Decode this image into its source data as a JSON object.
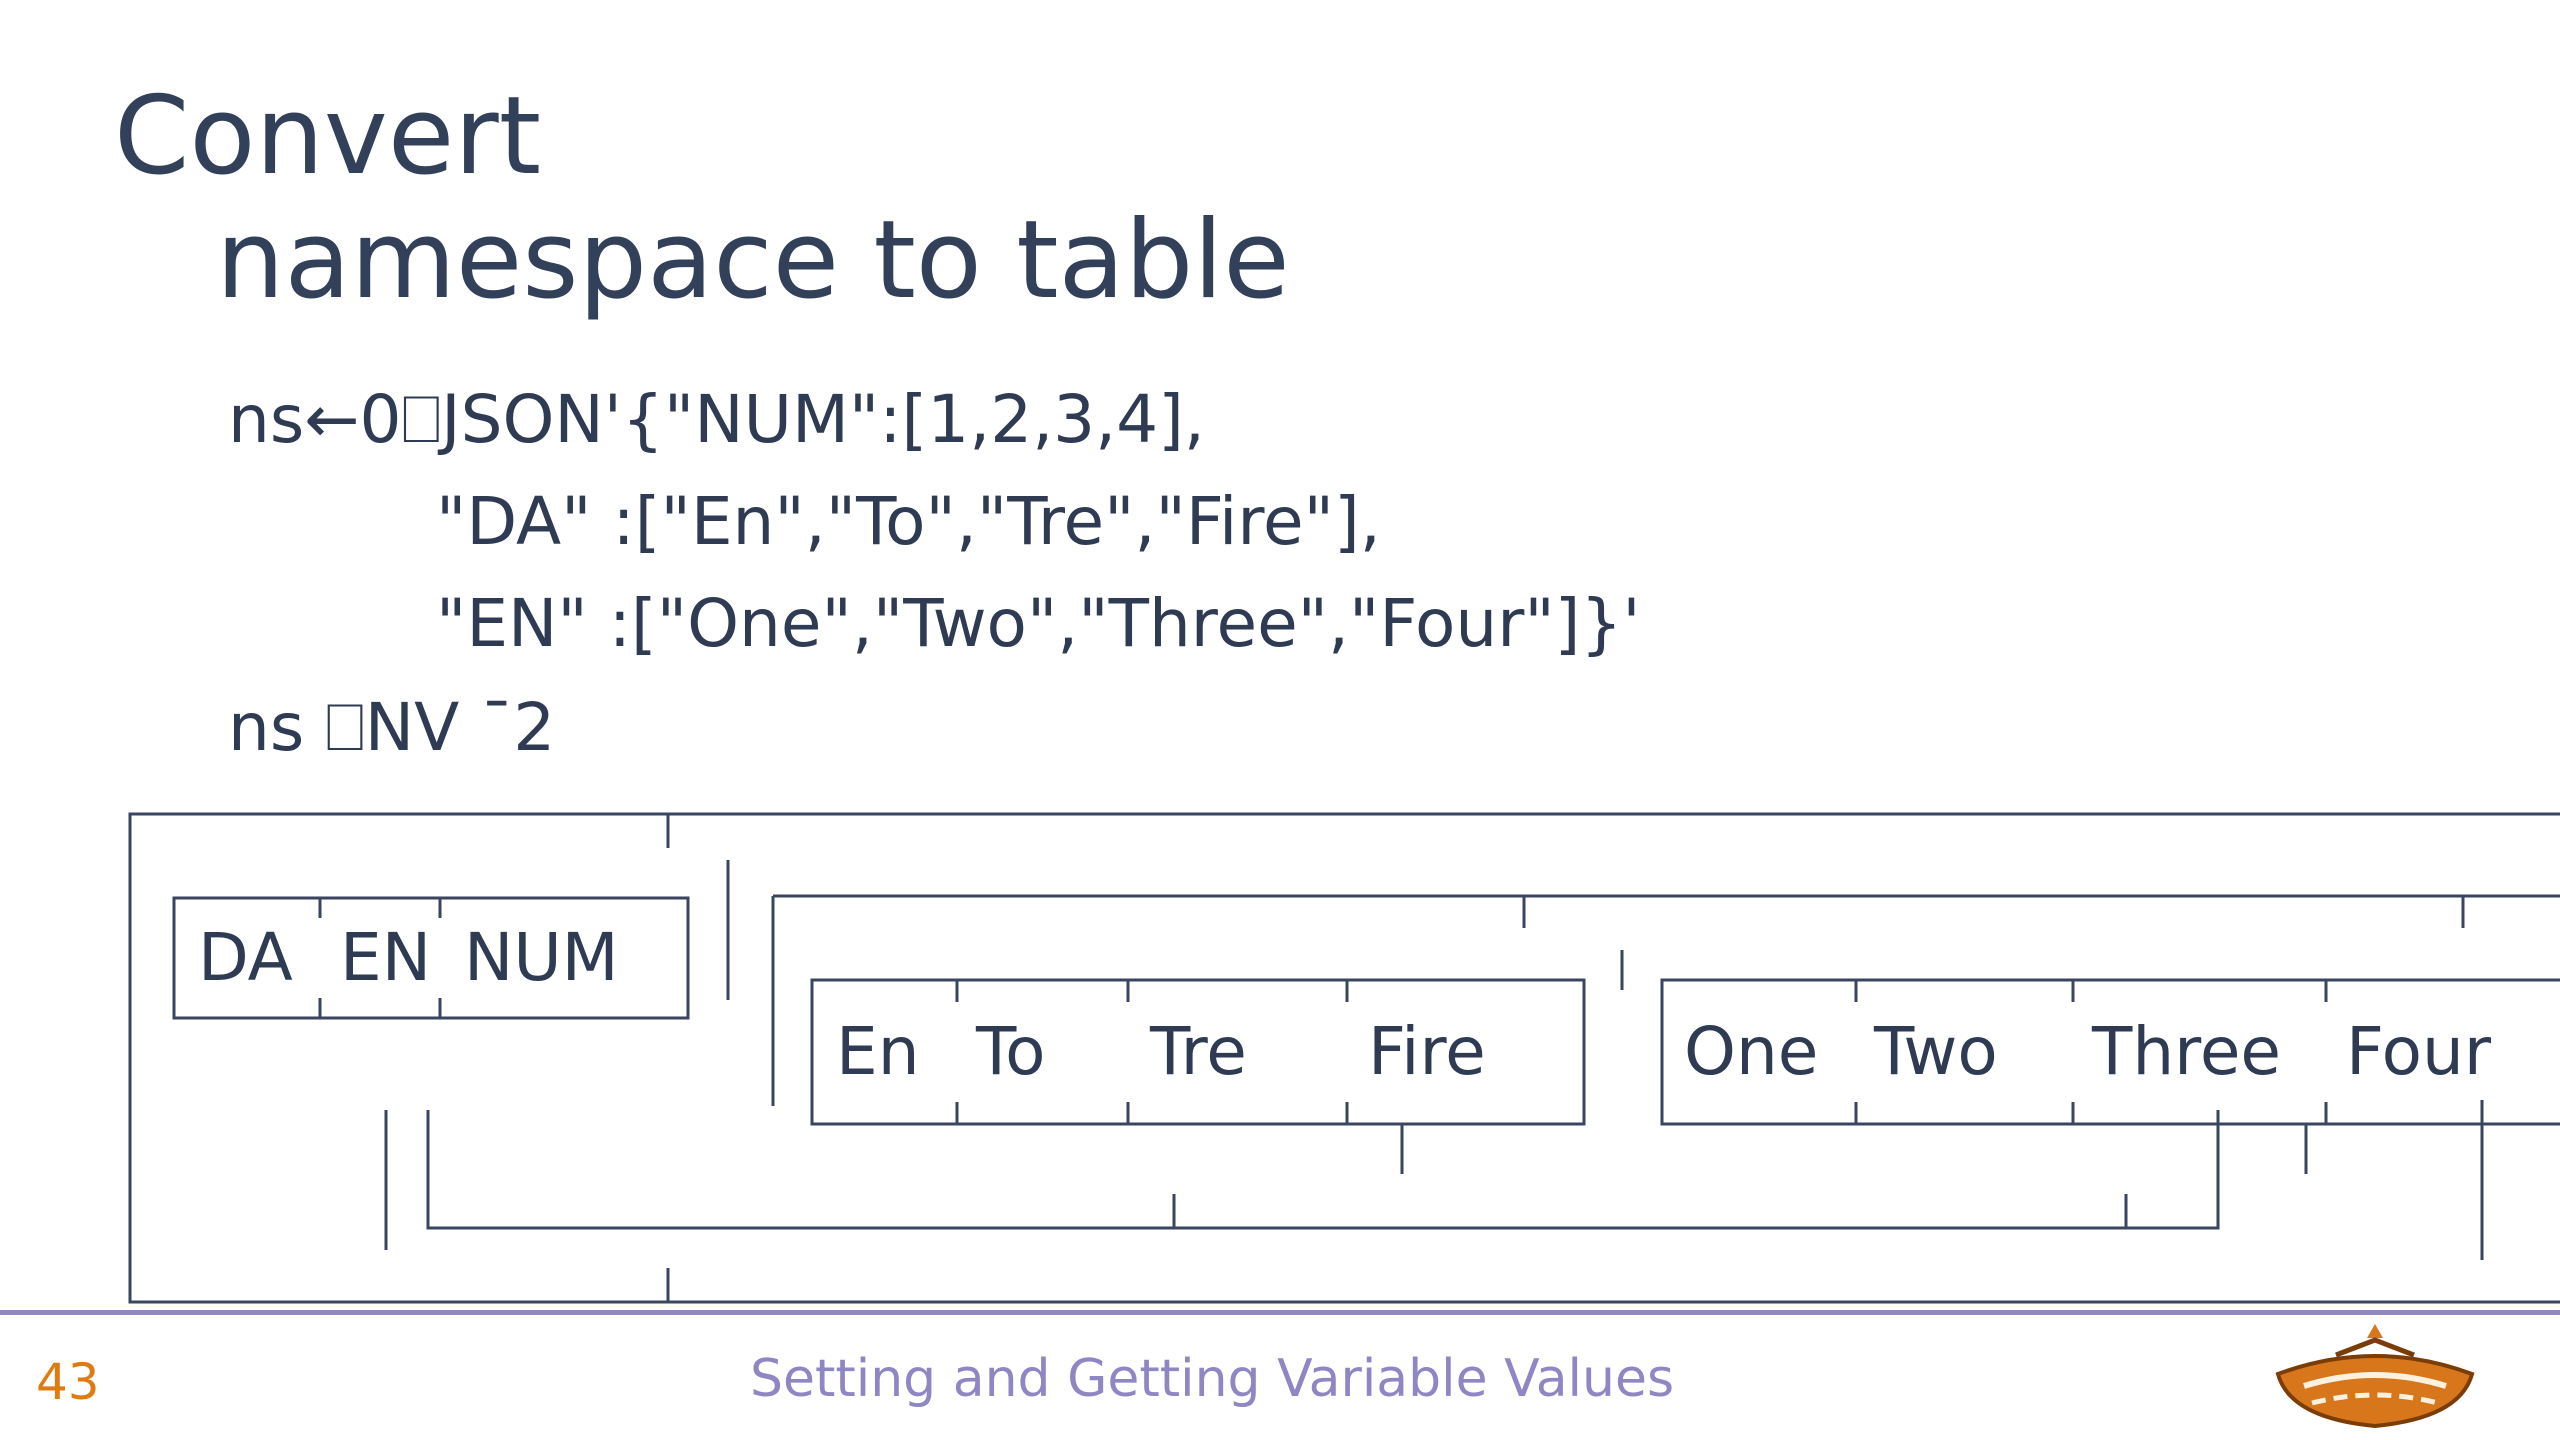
{
  "slide": {
    "title_line1": "Convert",
    "title_line2": "namespace to table",
    "code": [
      "ns←0⎕JSON'{\"NUM\":[1,2,3,4],",
      "\"DA\" :[\"En\",\"To\",\"Tre\",\"Fire\"],",
      "\"EN\" :[\"One\",\"Two\",\"Three\",\"Four\"]}'",
      "ns ⎕NV ¯2"
    ]
  },
  "output": {
    "names": [
      "DA",
      "EN",
      "NUM"
    ],
    "da_values": [
      "En",
      "To",
      "Tre",
      "Fire"
    ],
    "en_values": [
      "One",
      "Two",
      "Three",
      "Four"
    ]
  },
  "footer": {
    "page_number": "43",
    "title": "Setting and Getting Variable Values"
  },
  "colors": {
    "text": "#33405a",
    "accent_rule": "#8f86c4",
    "page_number": "#e07b12",
    "logo": "#d8761b"
  },
  "icons": {
    "logo": "dyalog-viking-ship-logo"
  }
}
